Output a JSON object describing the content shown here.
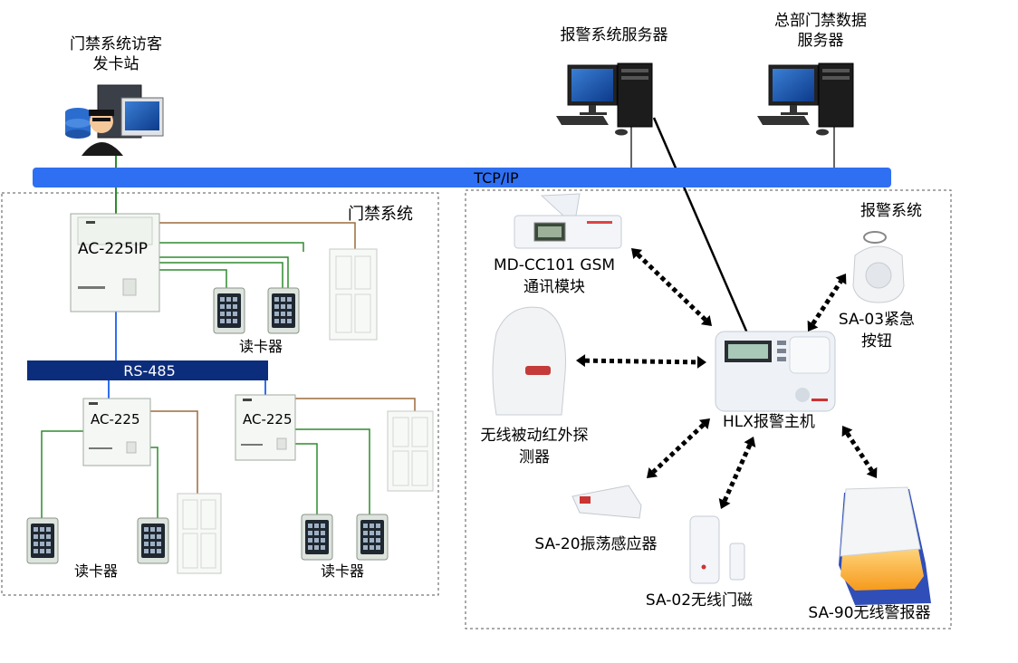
{
  "network": {
    "tcpip": "TCP/IP",
    "rs485": "RS-485"
  },
  "access": {
    "title": "门禁系统",
    "visitor_station": [
      "门禁系统访客",
      "发卡站"
    ],
    "ctrl_main": "AC-225IP",
    "ctrl_left": "AC-225",
    "ctrl_right": "AC-225",
    "reader_label": "读卡器"
  },
  "servers": {
    "alarm": "报警系统服务器",
    "hq": [
      "总部门禁数据",
      "服务器"
    ]
  },
  "alarm": {
    "title": "报警系统",
    "gsm": [
      "MD-CC101 GSM",
      "通讯模块"
    ],
    "pir": [
      "无线被动红外探",
      "测器"
    ],
    "host": "HLX报警主机",
    "panic": [
      "SA-03紧急",
      "按钮"
    ],
    "vibration": "SA-20振荡感应器",
    "door_mag": "SA-02无线门磁",
    "siren": "SA-90无线警报器"
  }
}
